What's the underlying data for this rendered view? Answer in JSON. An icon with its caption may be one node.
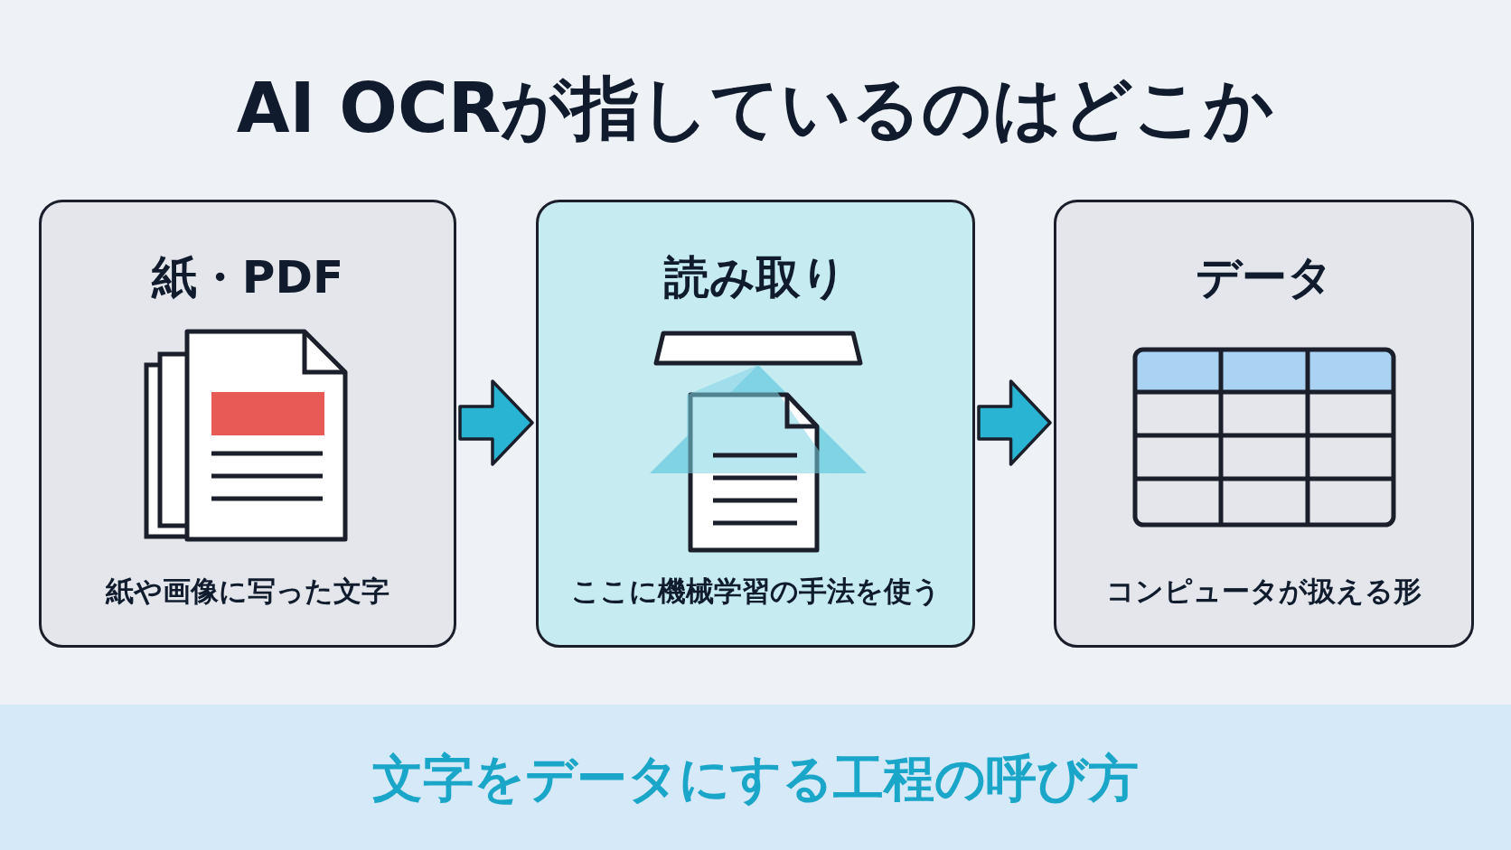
{
  "diagram": {
    "title": "AI OCRが指しているのはどこか",
    "nodes": [
      {
        "text": [
          "紙・PDF",
          "紙や画像に写った文字"
        ]
      },
      {
        "text": [
          "読み取り",
          "ここに機械学習の手法を使う"
        ]
      },
      {
        "text": [
          "データ",
          "コンピュータが扱える形"
        ]
      }
    ],
    "edges": [
      {
        "from": 0,
        "to": 1,
        "arrow": "to"
      },
      {
        "from": 1,
        "to": 2,
        "arrow": "to"
      }
    ],
    "caption": "文字をデータにする工程の呼び方"
  }
}
